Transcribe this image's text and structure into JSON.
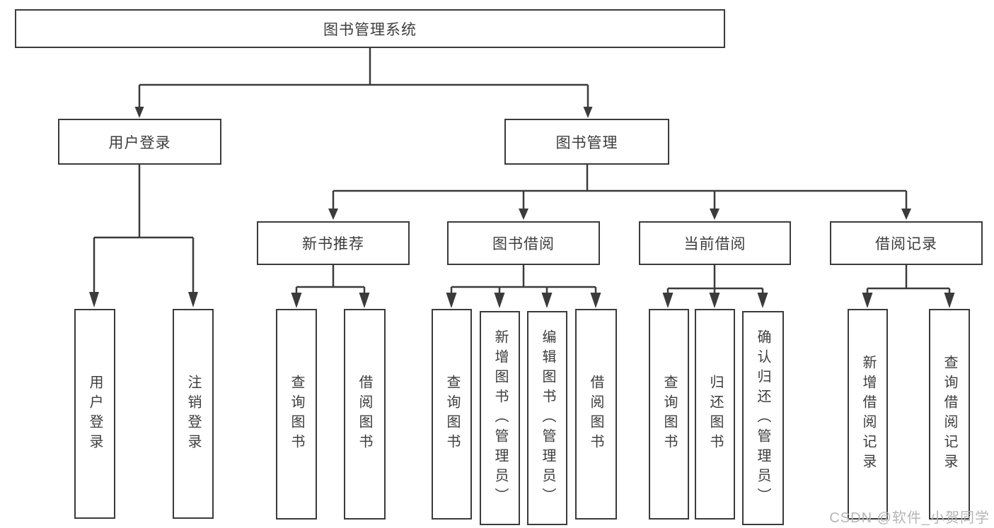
{
  "diagram": {
    "title": "图书管理系统",
    "nodes": [
      {
        "id": "root",
        "label": "图书管理系统",
        "parent": null
      },
      {
        "id": "user-login",
        "label": "用户登录",
        "parent": "root"
      },
      {
        "id": "book-mgmt",
        "label": "图书管理",
        "parent": "root"
      },
      {
        "id": "new-book-recommend",
        "label": "新书推荐",
        "parent": "book-mgmt"
      },
      {
        "id": "book-borrow",
        "label": "图书借阅",
        "parent": "book-mgmt"
      },
      {
        "id": "current-borrow",
        "label": "当前借阅",
        "parent": "book-mgmt"
      },
      {
        "id": "borrow-records",
        "label": "借阅记录",
        "parent": "book-mgmt"
      },
      {
        "id": "leaf-user-login",
        "label": "用户登录",
        "parent": "user-login"
      },
      {
        "id": "leaf-logout",
        "label": "注销登录",
        "parent": "user-login"
      },
      {
        "id": "leaf-query-book-1",
        "label": "查询图书",
        "parent": "new-book-recommend"
      },
      {
        "id": "leaf-borrow-book-1",
        "label": "借阅图书",
        "parent": "new-book-recommend"
      },
      {
        "id": "leaf-query-book-2",
        "label": "查询图书",
        "parent": "book-borrow"
      },
      {
        "id": "leaf-add-book-admin",
        "label": "新增图书（管理员）",
        "parent": "book-borrow"
      },
      {
        "id": "leaf-edit-book-admin",
        "label": "编辑图书（管理员）",
        "parent": "book-borrow"
      },
      {
        "id": "leaf-borrow-book-2",
        "label": "借阅图书",
        "parent": "book-borrow"
      },
      {
        "id": "leaf-query-book-3",
        "label": "查询图书",
        "parent": "current-borrow"
      },
      {
        "id": "leaf-return-book",
        "label": "归还图书",
        "parent": "current-borrow"
      },
      {
        "id": "leaf-confirm-return-admin",
        "label": "确认归还（管理员）",
        "parent": "current-borrow"
      },
      {
        "id": "leaf-add-borrow-record",
        "label": "新增借阅记录",
        "parent": "borrow-records"
      },
      {
        "id": "leaf-query-borrow-record",
        "label": "查询借阅记录",
        "parent": "borrow-records"
      }
    ],
    "line_color": "#3b3b3b",
    "text_color": "#3d3d3d",
    "box_background": "#ffffff"
  },
  "watermark": {
    "text": "CSDN @软件_小贺同学",
    "color": "#b5b5b5"
  }
}
